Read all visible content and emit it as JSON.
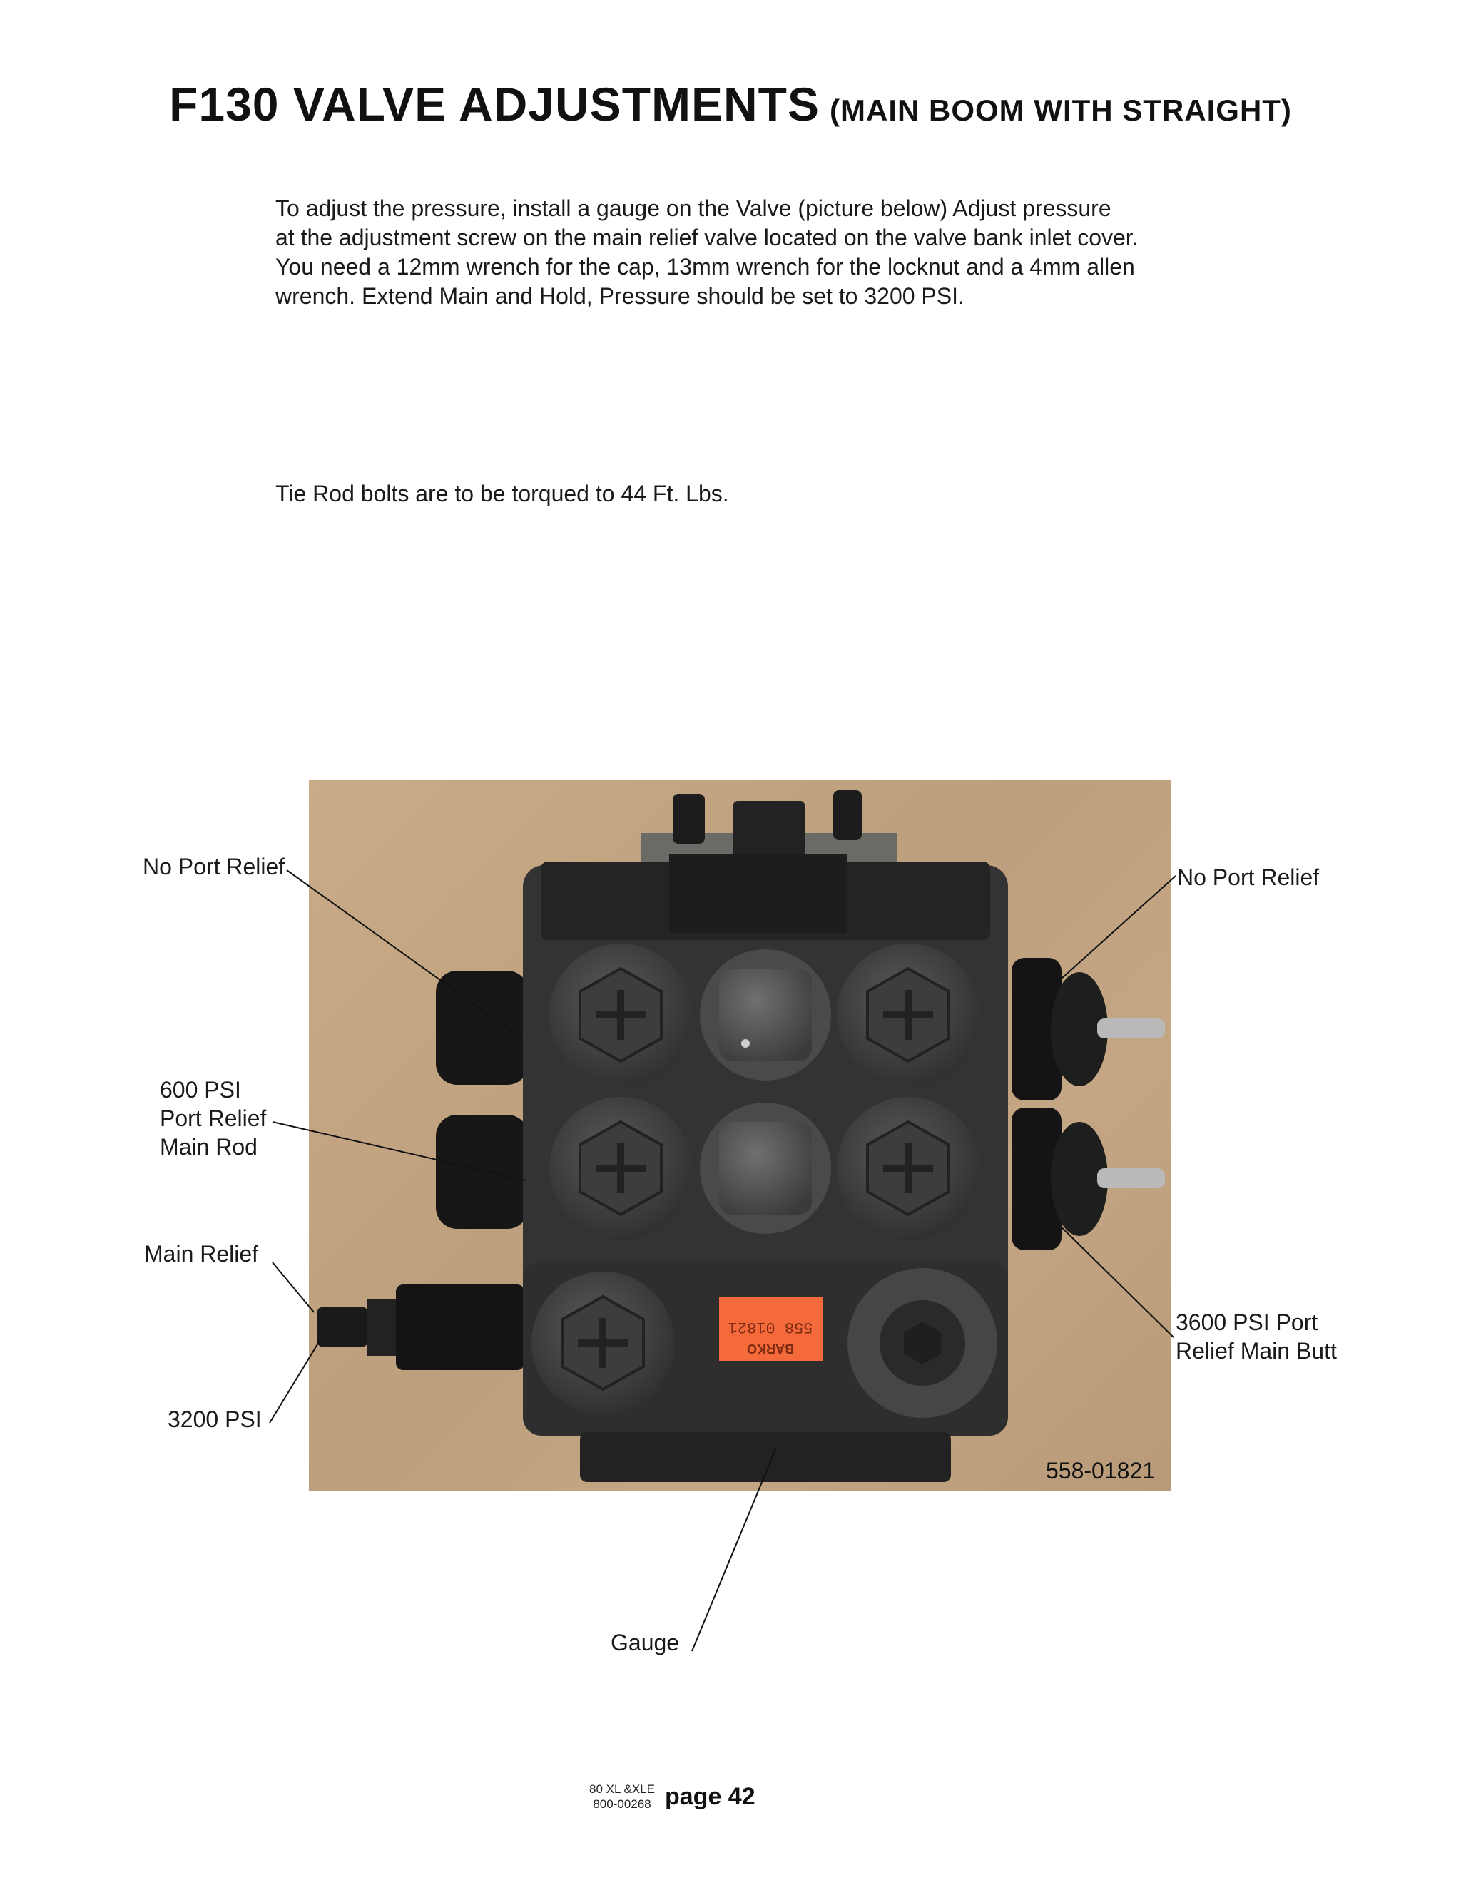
{
  "title": {
    "main": "F130 VALVE ADJUSTMENTS",
    "sub": "(MAIN BOOM WITH STRAIGHT)"
  },
  "body": {
    "intro_lines": [
      "To adjust the pressure, install a gauge on the Valve (picture below) Adjust pressure",
      "at the adjustment screw on the main relief valve located on the valve bank inlet cover.",
      "You need a 12mm wrench for the cap, 13mm wrench for the locknut and a 4mm allen",
      "wrench. Extend Main and Hold, Pressure should be set to 3200 PSI."
    ],
    "tie_rod": "Tie Rod bolts are to be torqued to 44 Ft. Lbs."
  },
  "figure": {
    "part_number": "558-01821",
    "nameplate": {
      "line1": "558 01821",
      "line2": "BARKO"
    },
    "callouts": {
      "no_port_relief_left": "No Port Relief",
      "no_port_relief_right": "No Port Relief",
      "port_relief_600": [
        "600 PSI",
        "Port Relief",
        "Main Rod"
      ],
      "main_relief": "Main Relief",
      "psi_3200": "3200 PSI",
      "port_relief_3600": [
        "3600 PSI Port",
        "Relief Main Butt"
      ],
      "gauge": "Gauge"
    }
  },
  "footer": {
    "model": "80 XL &XLE",
    "doc_number": "800-00268",
    "page": "page 42"
  }
}
